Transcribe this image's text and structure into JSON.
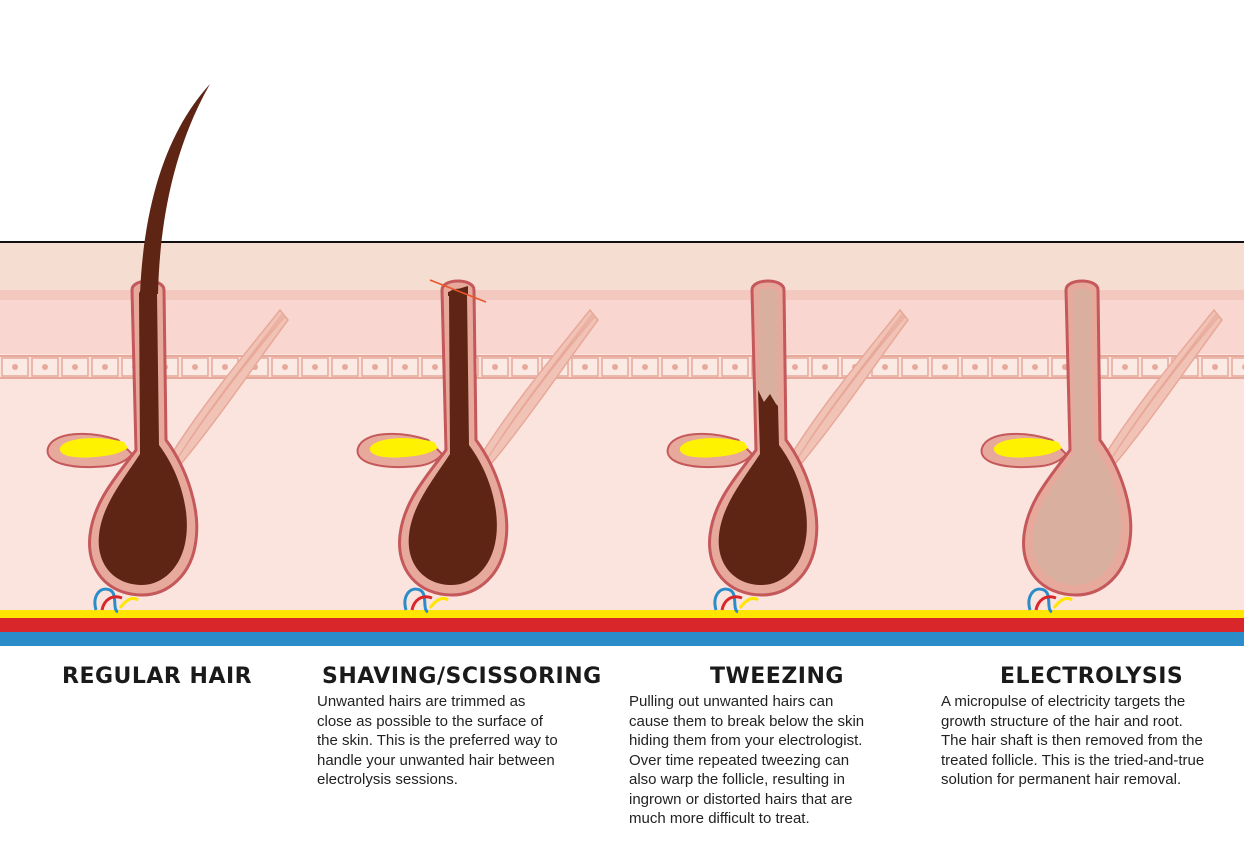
{
  "colors": {
    "skin_surface": "#f6ddd2",
    "skin_dermis": "#f9d7d0",
    "skin_deep": "#fbe4de",
    "follicle_wall": "#e7a99b",
    "follicle_outline": "#c4585a",
    "hair": "#5e2414",
    "empty_follicle": "#d9b0a0",
    "sebaceous_gland": "#fff200",
    "nerve": "#ffe600",
    "artery": "#d8262b",
    "vein": "#2a8dc9",
    "muscle": "#f1c3b6"
  },
  "panels": [
    {
      "title": "REGULAR HAIR",
      "lines": []
    },
    {
      "title": "SHAVING/SCISSORING",
      "lines": [
        "Unwanted hairs are trimmed as",
        "close as possible to the surface of",
        "the skin. This is the preferred way to",
        "handle your unwanted hair between",
        "electrolysis sessions."
      ]
    },
    {
      "title": "TWEEZING",
      "lines": [
        "Pulling out unwanted hairs can",
        "cause them to break below the skin",
        "hiding them from your electrologist.",
        "Over time repeated tweezing can",
        "also warp the follicle, resulting in",
        "ingrown or distorted hairs that are",
        "much more difficult to treat."
      ]
    },
    {
      "title": "ELECTROLYSIS",
      "lines": [
        "A micropulse of electricity targets the",
        "growth structure of the hair and root.",
        "The hair shaft is then removed from the",
        "treated follicle. This is the tried-and-true",
        "solution for permanent hair removal."
      ]
    }
  ]
}
